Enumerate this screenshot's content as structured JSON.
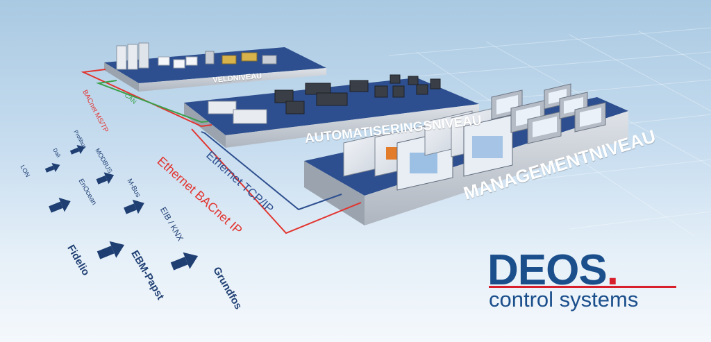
{
  "tiers": {
    "field": "VELDNIVEAU",
    "automation": "AUTOMATISERINGSNIVEAU",
    "management": "MANAGEMENTNIVEAU"
  },
  "connections": {
    "bacnet_mstp": "BACnet MS/TP",
    "can": "CAN",
    "ethernet_tcpip": "Ethernet TCP/IP",
    "ethernet_bacnet_ip": "Ethernet BACnet IP"
  },
  "protocols": {
    "profibus": "Profibus",
    "dali": "Dali",
    "modbus": "MODBUS",
    "lon": "LON",
    "enocean": "EnOcean",
    "mbus": "M-Bus",
    "eib_knx": "EIB / KNX",
    "fidelio": "Fidelio",
    "ebm_papst": "EBM-Papst",
    "grundfos": "Grundfos"
  },
  "logo": {
    "name": "DEOS",
    "dot": ".",
    "tagline": "control systems"
  },
  "colors": {
    "platform_top": "#2e4f8f",
    "platform_side": "#c9ced6",
    "bacnet_red": "#e2342f",
    "can_green": "#3aa04a",
    "tcp_blue": "#2e4f8f",
    "arrow_blue": "#1f3f73",
    "logo_blue": "#1b4f8c",
    "logo_red": "#d8202c"
  }
}
